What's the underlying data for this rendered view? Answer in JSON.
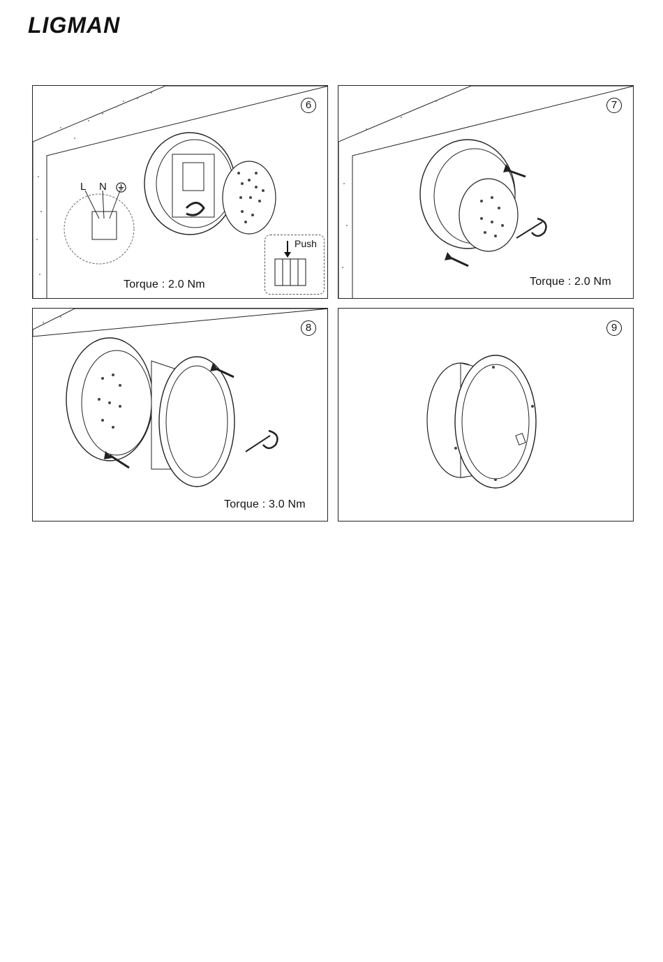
{
  "header": {
    "brand": "LIGMAN"
  },
  "panels": [
    {
      "step": "6",
      "torque": "Torque : 2.0 Nm",
      "wire_labels": {
        "live": "L",
        "neutral": "N",
        "earth_icon": "earth-ground-icon"
      },
      "inset": {
        "push_label": "Push"
      }
    },
    {
      "step": "7",
      "torque": "Torque : 2.0 Nm"
    },
    {
      "step": "8",
      "torque": "Torque : 3.0 Nm"
    },
    {
      "step": "9"
    }
  ],
  "colors": {
    "line": "#222222",
    "wall_dots": "#7a7a7a",
    "background": "#ffffff"
  }
}
